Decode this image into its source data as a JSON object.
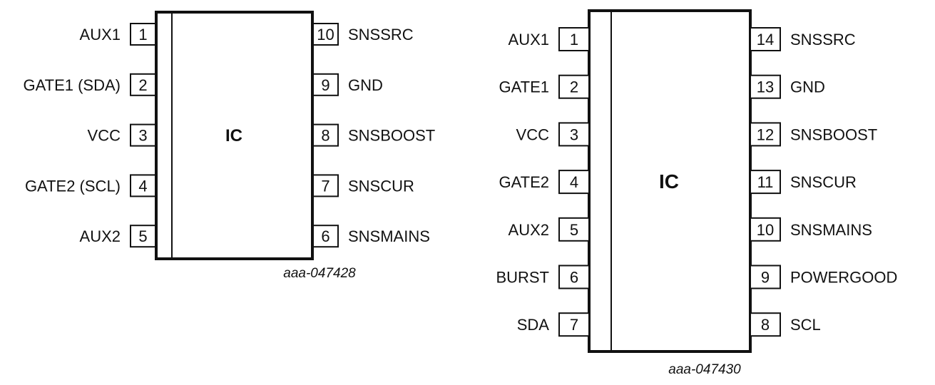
{
  "diagrams": [
    {
      "id": "ic10",
      "body_label": "IC",
      "caption": "aaa-047428",
      "left_pins": [
        {
          "number": "1",
          "name": "AUX1"
        },
        {
          "number": "2",
          "name": "GATE1 (SDA)"
        },
        {
          "number": "3",
          "name": "VCC"
        },
        {
          "number": "4",
          "name": "GATE2 (SCL)"
        },
        {
          "number": "5",
          "name": "AUX2"
        }
      ],
      "right_pins": [
        {
          "number": "10",
          "name": "SNSSRC"
        },
        {
          "number": "9",
          "name": "GND"
        },
        {
          "number": "8",
          "name": "SNSBOOST"
        },
        {
          "number": "7",
          "name": "SNSCUR"
        },
        {
          "number": "6",
          "name": "SNSMAINS"
        }
      ]
    },
    {
      "id": "ic14",
      "body_label": "IC",
      "caption": "aaa-047430",
      "left_pins": [
        {
          "number": "1",
          "name": "AUX1"
        },
        {
          "number": "2",
          "name": "GATE1"
        },
        {
          "number": "3",
          "name": "VCC"
        },
        {
          "number": "4",
          "name": "GATE2"
        },
        {
          "number": "5",
          "name": "AUX2"
        },
        {
          "number": "6",
          "name": "BURST"
        },
        {
          "number": "7",
          "name": "SDA"
        }
      ],
      "right_pins": [
        {
          "number": "14",
          "name": "SNSSRC"
        },
        {
          "number": "13",
          "name": "GND"
        },
        {
          "number": "12",
          "name": "SNSBOOST"
        },
        {
          "number": "11",
          "name": "SNSCUR"
        },
        {
          "number": "10",
          "name": "SNSMAINS"
        },
        {
          "number": "9",
          "name": "POWERGOOD"
        },
        {
          "number": "8",
          "name": "SCL"
        }
      ]
    }
  ]
}
